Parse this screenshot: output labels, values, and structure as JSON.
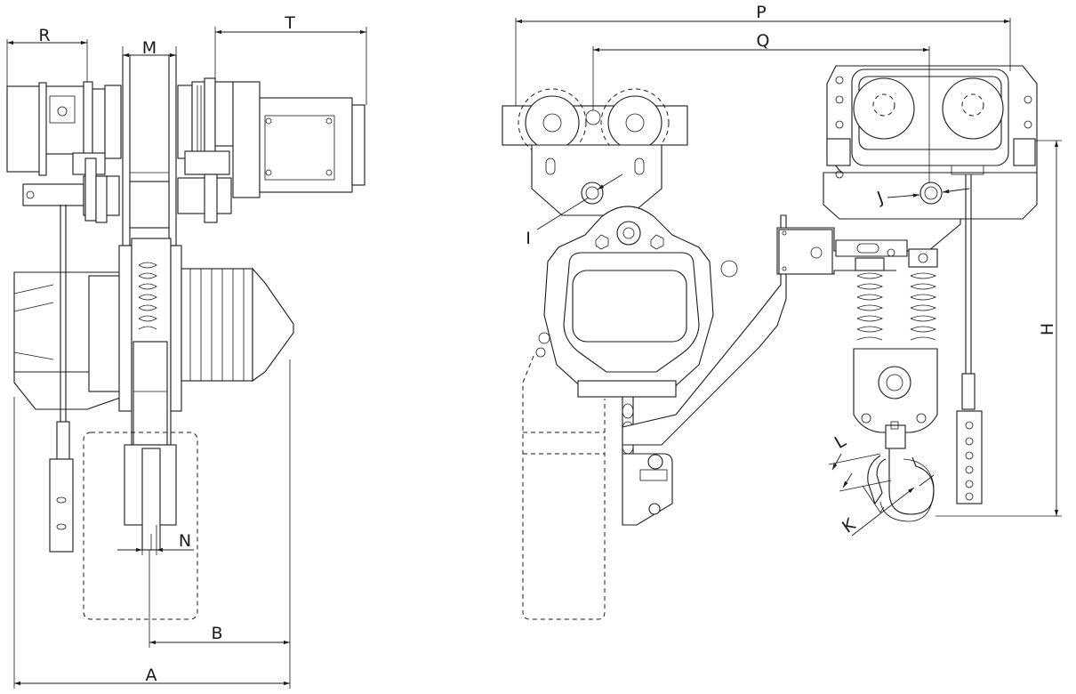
{
  "dimension_labels": {
    "R": "R",
    "M": "M",
    "T": "T",
    "N": "N",
    "B": "B",
    "A": "A",
    "P": "P",
    "Q": "Q",
    "I": "I",
    "J": "J",
    "H": "H",
    "L": "L",
    "K": "K"
  }
}
